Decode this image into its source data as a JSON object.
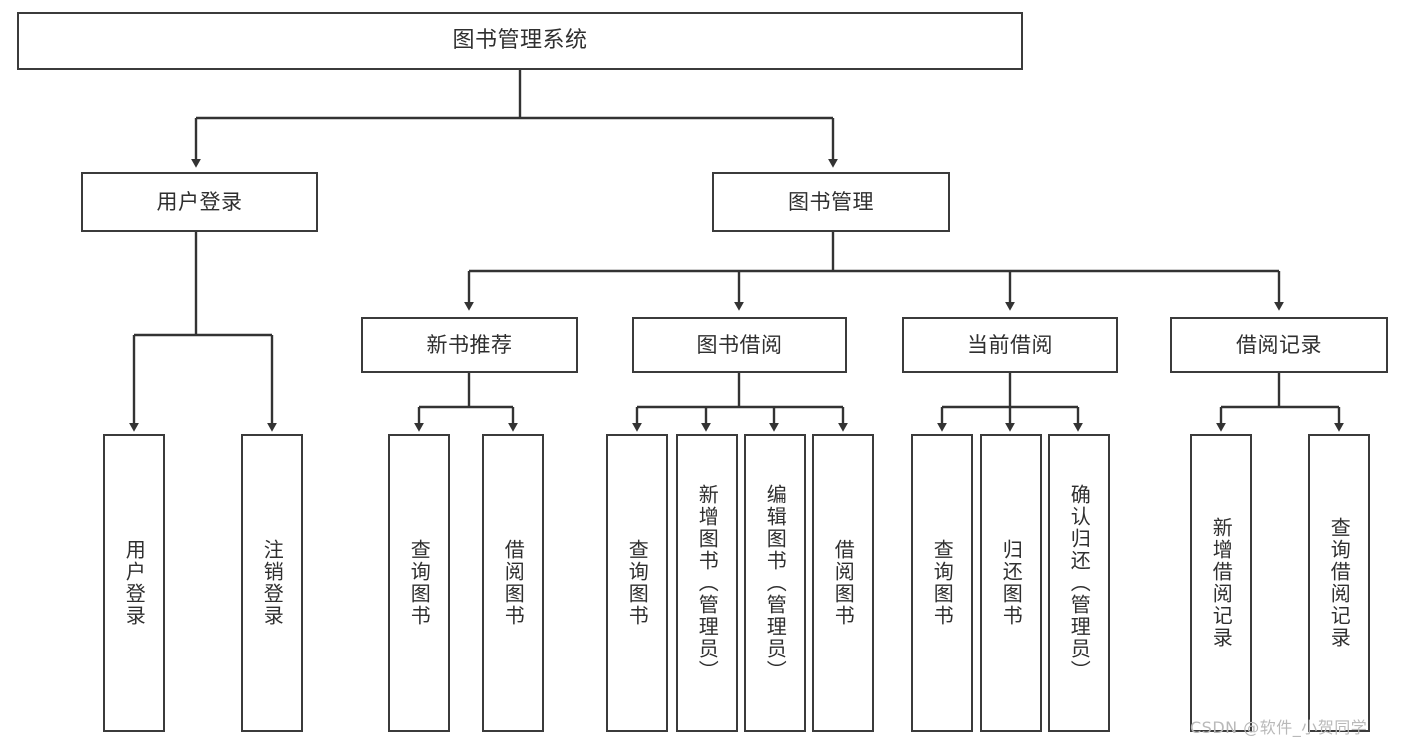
{
  "diagram": {
    "title": "图书管理系统",
    "type": "hierarchy-tree",
    "watermark": "CSDN @软件_小贺同学",
    "colors": {
      "background": "#ffffff",
      "box_border": "#3b3b3b",
      "connector": "#333333",
      "text": "#2f2f2f",
      "watermark": "#b9b9b9"
    },
    "nodes": {
      "root": {
        "label": "图书管理系统"
      },
      "level1": [
        {
          "id": "user-login",
          "label": "用户登录"
        },
        {
          "id": "book-manage",
          "label": "图书管理"
        }
      ],
      "level2": [
        {
          "id": "new-book-rec",
          "label": "新书推荐"
        },
        {
          "id": "book-borrow",
          "label": "图书借阅"
        },
        {
          "id": "current-borrow",
          "label": "当前借阅"
        },
        {
          "id": "borrow-record",
          "label": "借阅记录"
        }
      ],
      "leaves": [
        {
          "id": "leaf-user-login",
          "label": "用户登录",
          "parent": "user-login"
        },
        {
          "id": "leaf-logout",
          "label": "注销登录",
          "parent": "user-login"
        },
        {
          "id": "leaf-query-book-1",
          "label": "查询图书",
          "parent": "new-book-rec"
        },
        {
          "id": "leaf-borrow-book-1",
          "label": "借阅图书",
          "parent": "new-book-rec"
        },
        {
          "id": "leaf-query-book-2",
          "label": "查询图书",
          "parent": "book-borrow"
        },
        {
          "id": "leaf-add-book",
          "label": "新增图书（管理员）",
          "parent": "book-borrow"
        },
        {
          "id": "leaf-edit-book",
          "label": "编辑图书（管理员）",
          "parent": "book-borrow"
        },
        {
          "id": "leaf-borrow-book-2",
          "label": "借阅图书",
          "parent": "book-borrow"
        },
        {
          "id": "leaf-query-book-3",
          "label": "查询图书",
          "parent": "current-borrow"
        },
        {
          "id": "leaf-return-book",
          "label": "归还图书",
          "parent": "current-borrow"
        },
        {
          "id": "leaf-confirm-return",
          "label": "确认归还（管理员）",
          "parent": "current-borrow"
        },
        {
          "id": "leaf-add-record",
          "label": "新增借阅记录",
          "parent": "borrow-record"
        },
        {
          "id": "leaf-query-record",
          "label": "查询借阅记录",
          "parent": "borrow-record"
        }
      ]
    }
  }
}
